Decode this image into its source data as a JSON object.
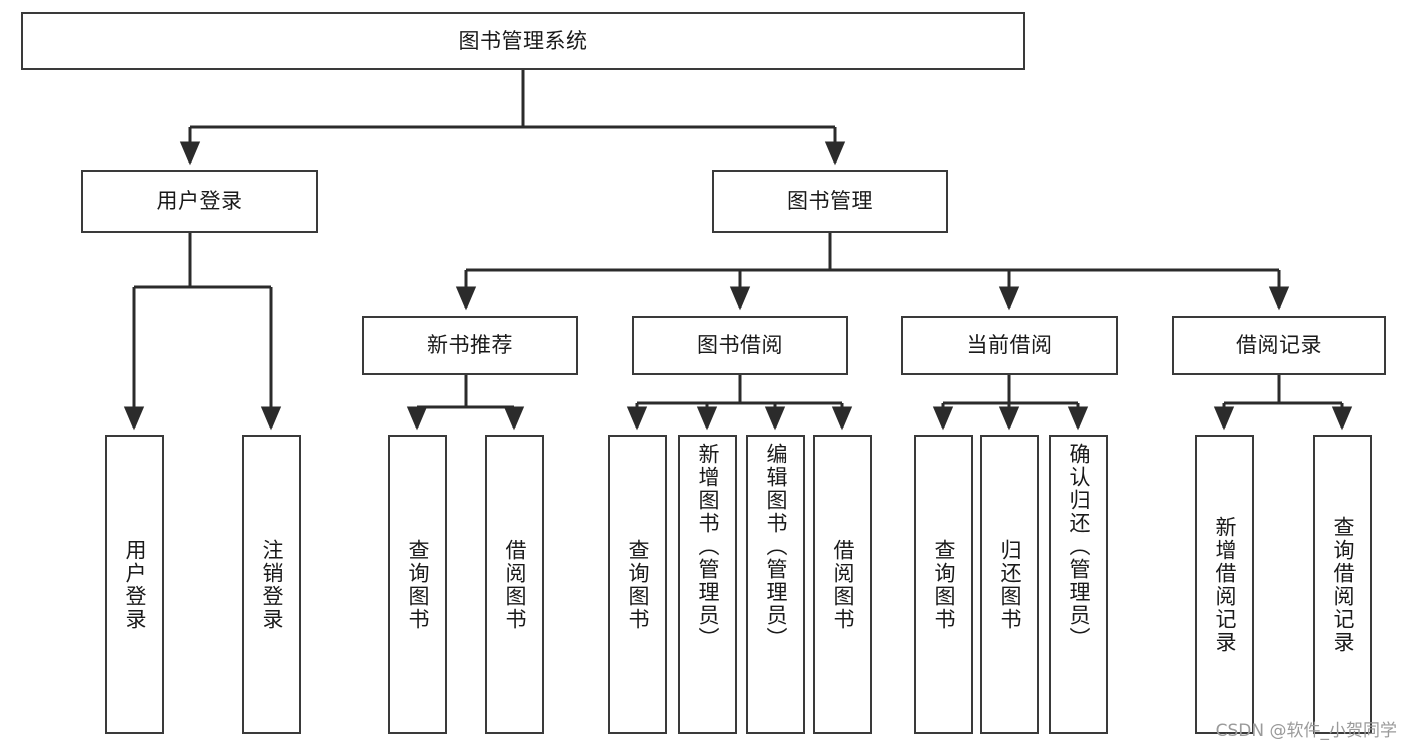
{
  "diagram": {
    "title": "图书管理系统",
    "type": "tree",
    "watermark": "CSDN @软件_小贺同学",
    "colors": {
      "node_border": "#3a3a3a",
      "node_fill": "#ffffff",
      "edge": "#2b2b2b",
      "text": "#1a1a1a",
      "watermark": "#9a9a9a",
      "background": "#ffffff"
    },
    "nodes": {
      "root": {
        "label": "图书管理系统"
      },
      "level2": [
        {
          "id": "user-login",
          "label": "用户登录"
        },
        {
          "id": "book-management",
          "label": "图书管理"
        }
      ],
      "level3": [
        {
          "id": "new-book-recommend",
          "label": "新书推荐"
        },
        {
          "id": "book-borrow",
          "label": "图书借阅"
        },
        {
          "id": "current-borrow",
          "label": "当前借阅"
        },
        {
          "id": "borrow-record",
          "label": "借阅记录"
        }
      ],
      "leaves": {
        "user-login": [
          {
            "id": "leaf-user-login",
            "label": "用户登录"
          },
          {
            "id": "leaf-logout-login",
            "label": "注销登录"
          }
        ],
        "new-book-recommend": [
          {
            "id": "leaf-query-book-1",
            "label": "查询图书"
          },
          {
            "id": "leaf-borrow-book-1",
            "label": "借阅图书"
          }
        ],
        "book-borrow": [
          {
            "id": "leaf-query-book-2",
            "label": "查询图书"
          },
          {
            "id": "leaf-add-book",
            "label": "新增图书（管理员）"
          },
          {
            "id": "leaf-edit-book",
            "label": "编辑图书（管理员）"
          },
          {
            "id": "leaf-borrow-book-2",
            "label": "借阅图书"
          }
        ],
        "current-borrow": [
          {
            "id": "leaf-query-book-3",
            "label": "查询图书"
          },
          {
            "id": "leaf-return-book",
            "label": "归还图书"
          },
          {
            "id": "leaf-confirm-return",
            "label": "确认归还（管理员）"
          }
        ],
        "borrow-record": [
          {
            "id": "leaf-add-record",
            "label": "新增借阅记录"
          },
          {
            "id": "leaf-query-record",
            "label": "查询借阅记录"
          }
        ]
      }
    }
  }
}
